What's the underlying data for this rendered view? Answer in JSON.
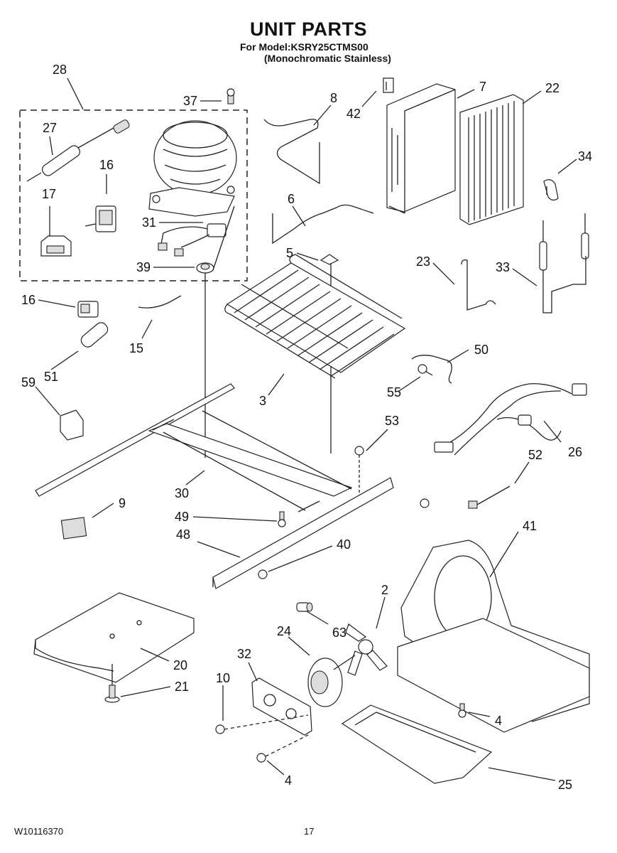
{
  "header": {
    "title": "UNIT PARTS",
    "model_line": "For Model:KSRY25CTMS00",
    "variant_line": "(Monochromatic Stainless)"
  },
  "footer": {
    "doc_number": "W10116370",
    "page_number": "17"
  },
  "callouts": [
    "28",
    "27",
    "16",
    "17",
    "37",
    "8",
    "42",
    "7",
    "22",
    "34",
    "6",
    "31",
    "5",
    "39",
    "23",
    "33",
    "16",
    "15",
    "51",
    "50",
    "59",
    "3",
    "55",
    "53",
    "26",
    "52",
    "30",
    "9",
    "49",
    "48",
    "40",
    "41",
    "2",
    "63",
    "24",
    "20",
    "21",
    "32",
    "10",
    "4",
    "25",
    "4"
  ]
}
